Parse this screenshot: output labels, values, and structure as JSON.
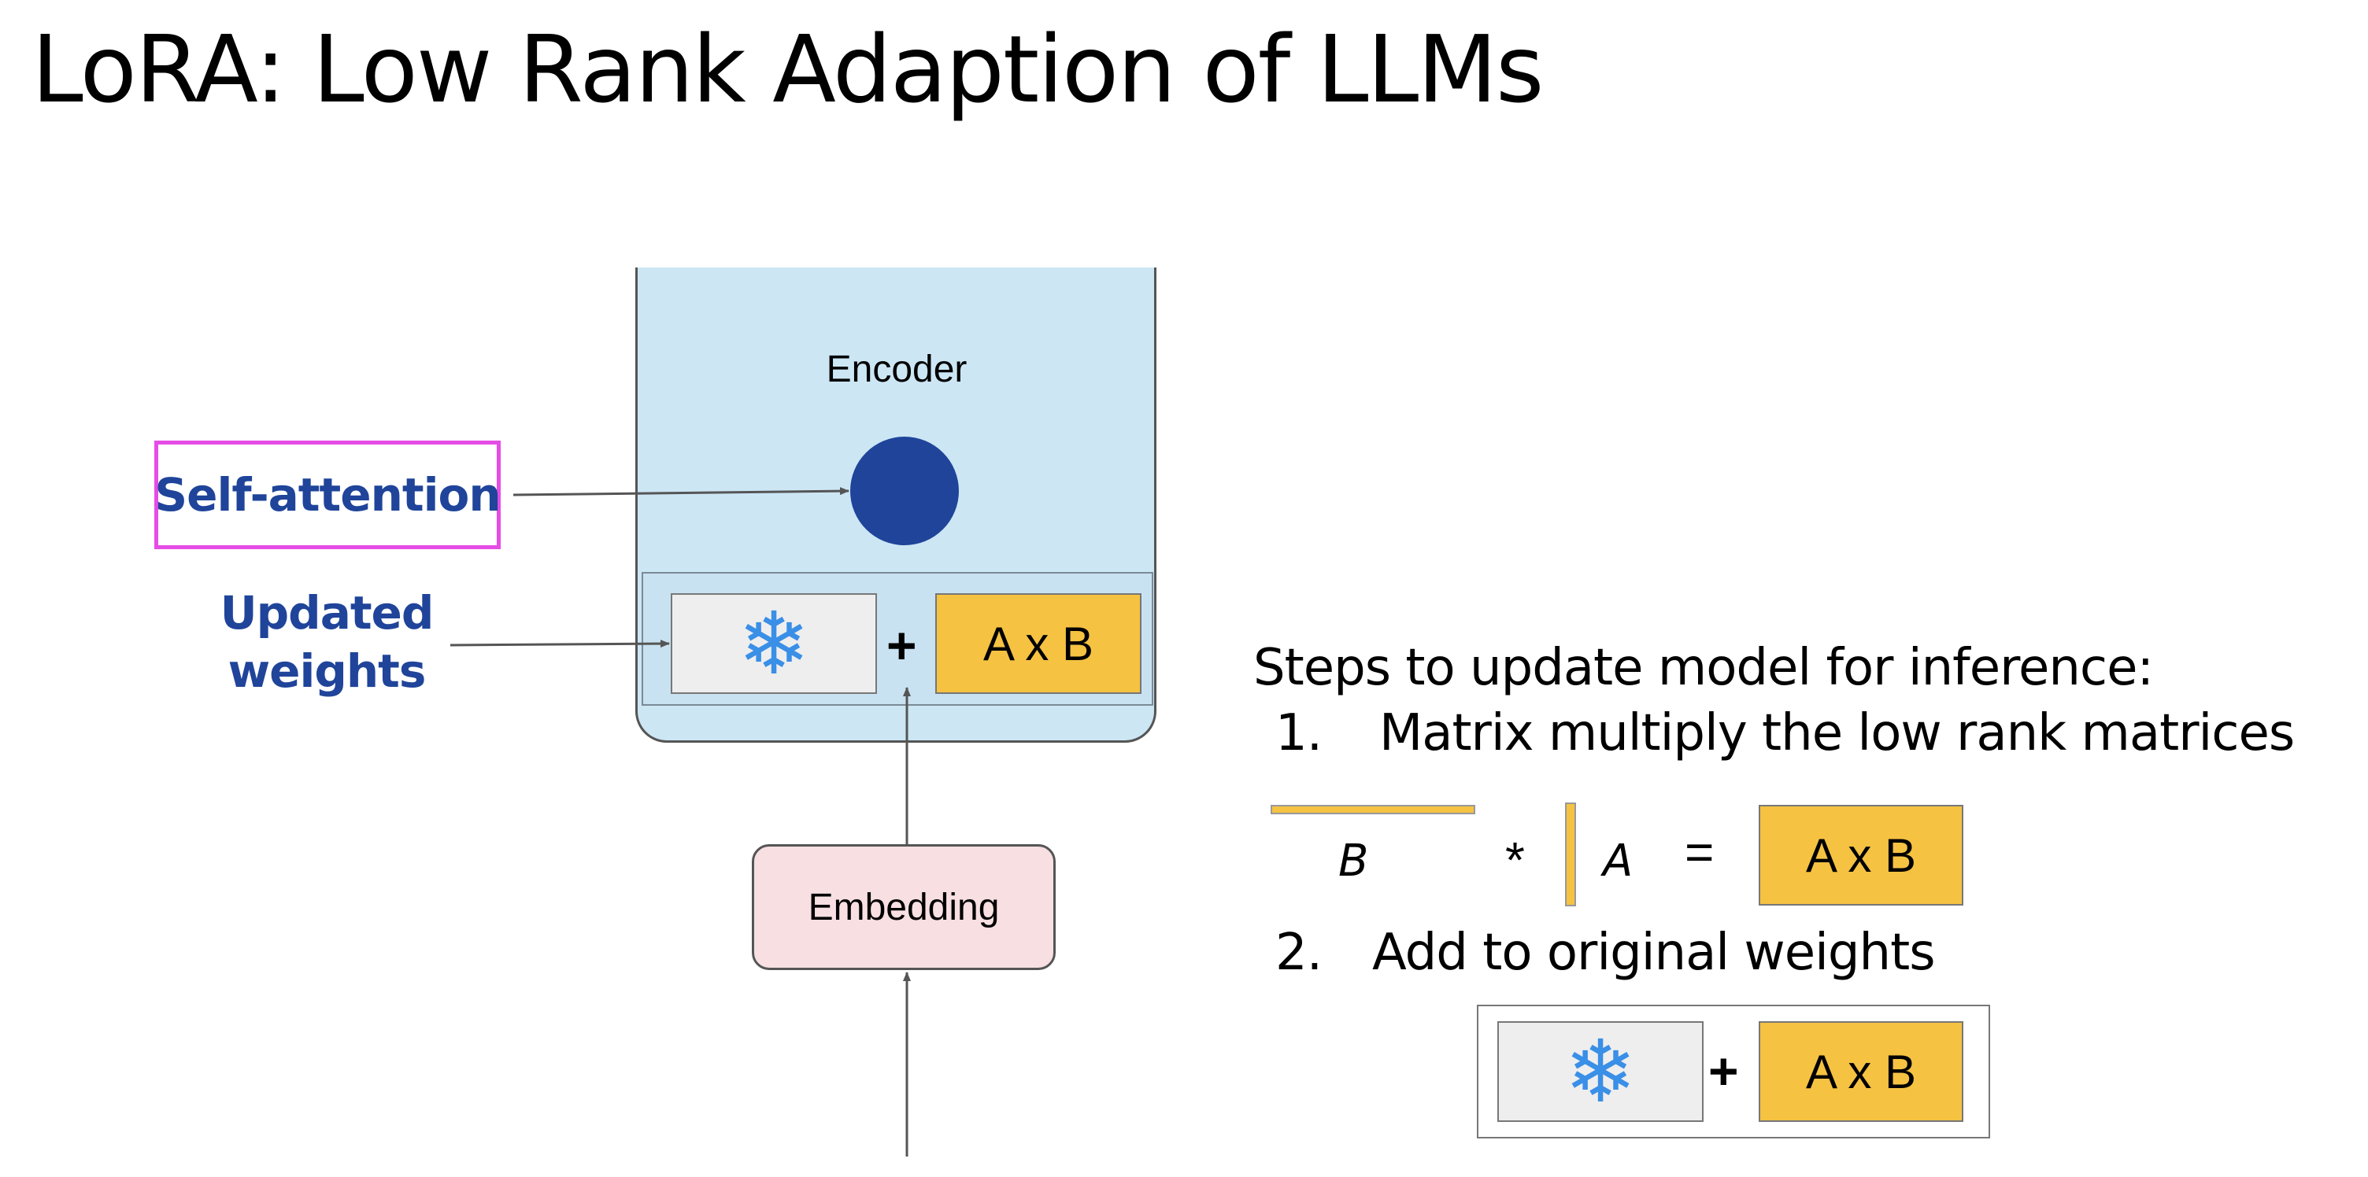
{
  "title": "LoRA: Low Rank Adaption of LLMs",
  "diagram": {
    "encoder_label": "Encoder",
    "embedding_label": "Embedding",
    "self_attention_label": "Self-attention",
    "updated_weights_label": "Updated weights",
    "plus_symbol": "+",
    "axb_label": "A x B",
    "frozen_icon": "snowflake-icon",
    "colors": {
      "encoder_fill": "#cce6f4",
      "embedding_fill": "#f7dfe2",
      "attention_circle": "#1f449a",
      "callout_text": "#1f449a",
      "callout_border": "#e64ce6",
      "matrix_fill": "#f5c242",
      "frozen_fill": "#eeeeee",
      "snowflake": "#3a8fe6"
    }
  },
  "steps": {
    "heading": "Steps to update model for inference:",
    "items": [
      {
        "number": "1.",
        "text": "Matrix multiply the low rank matrices"
      },
      {
        "number": "2.",
        "text": "Add to original weights"
      }
    ],
    "equation": {
      "b_label": "B",
      "multiply": "*",
      "a_label": "A",
      "equals": "=",
      "result": "A x B"
    },
    "final": {
      "plus": "+",
      "result": "A x B"
    }
  }
}
